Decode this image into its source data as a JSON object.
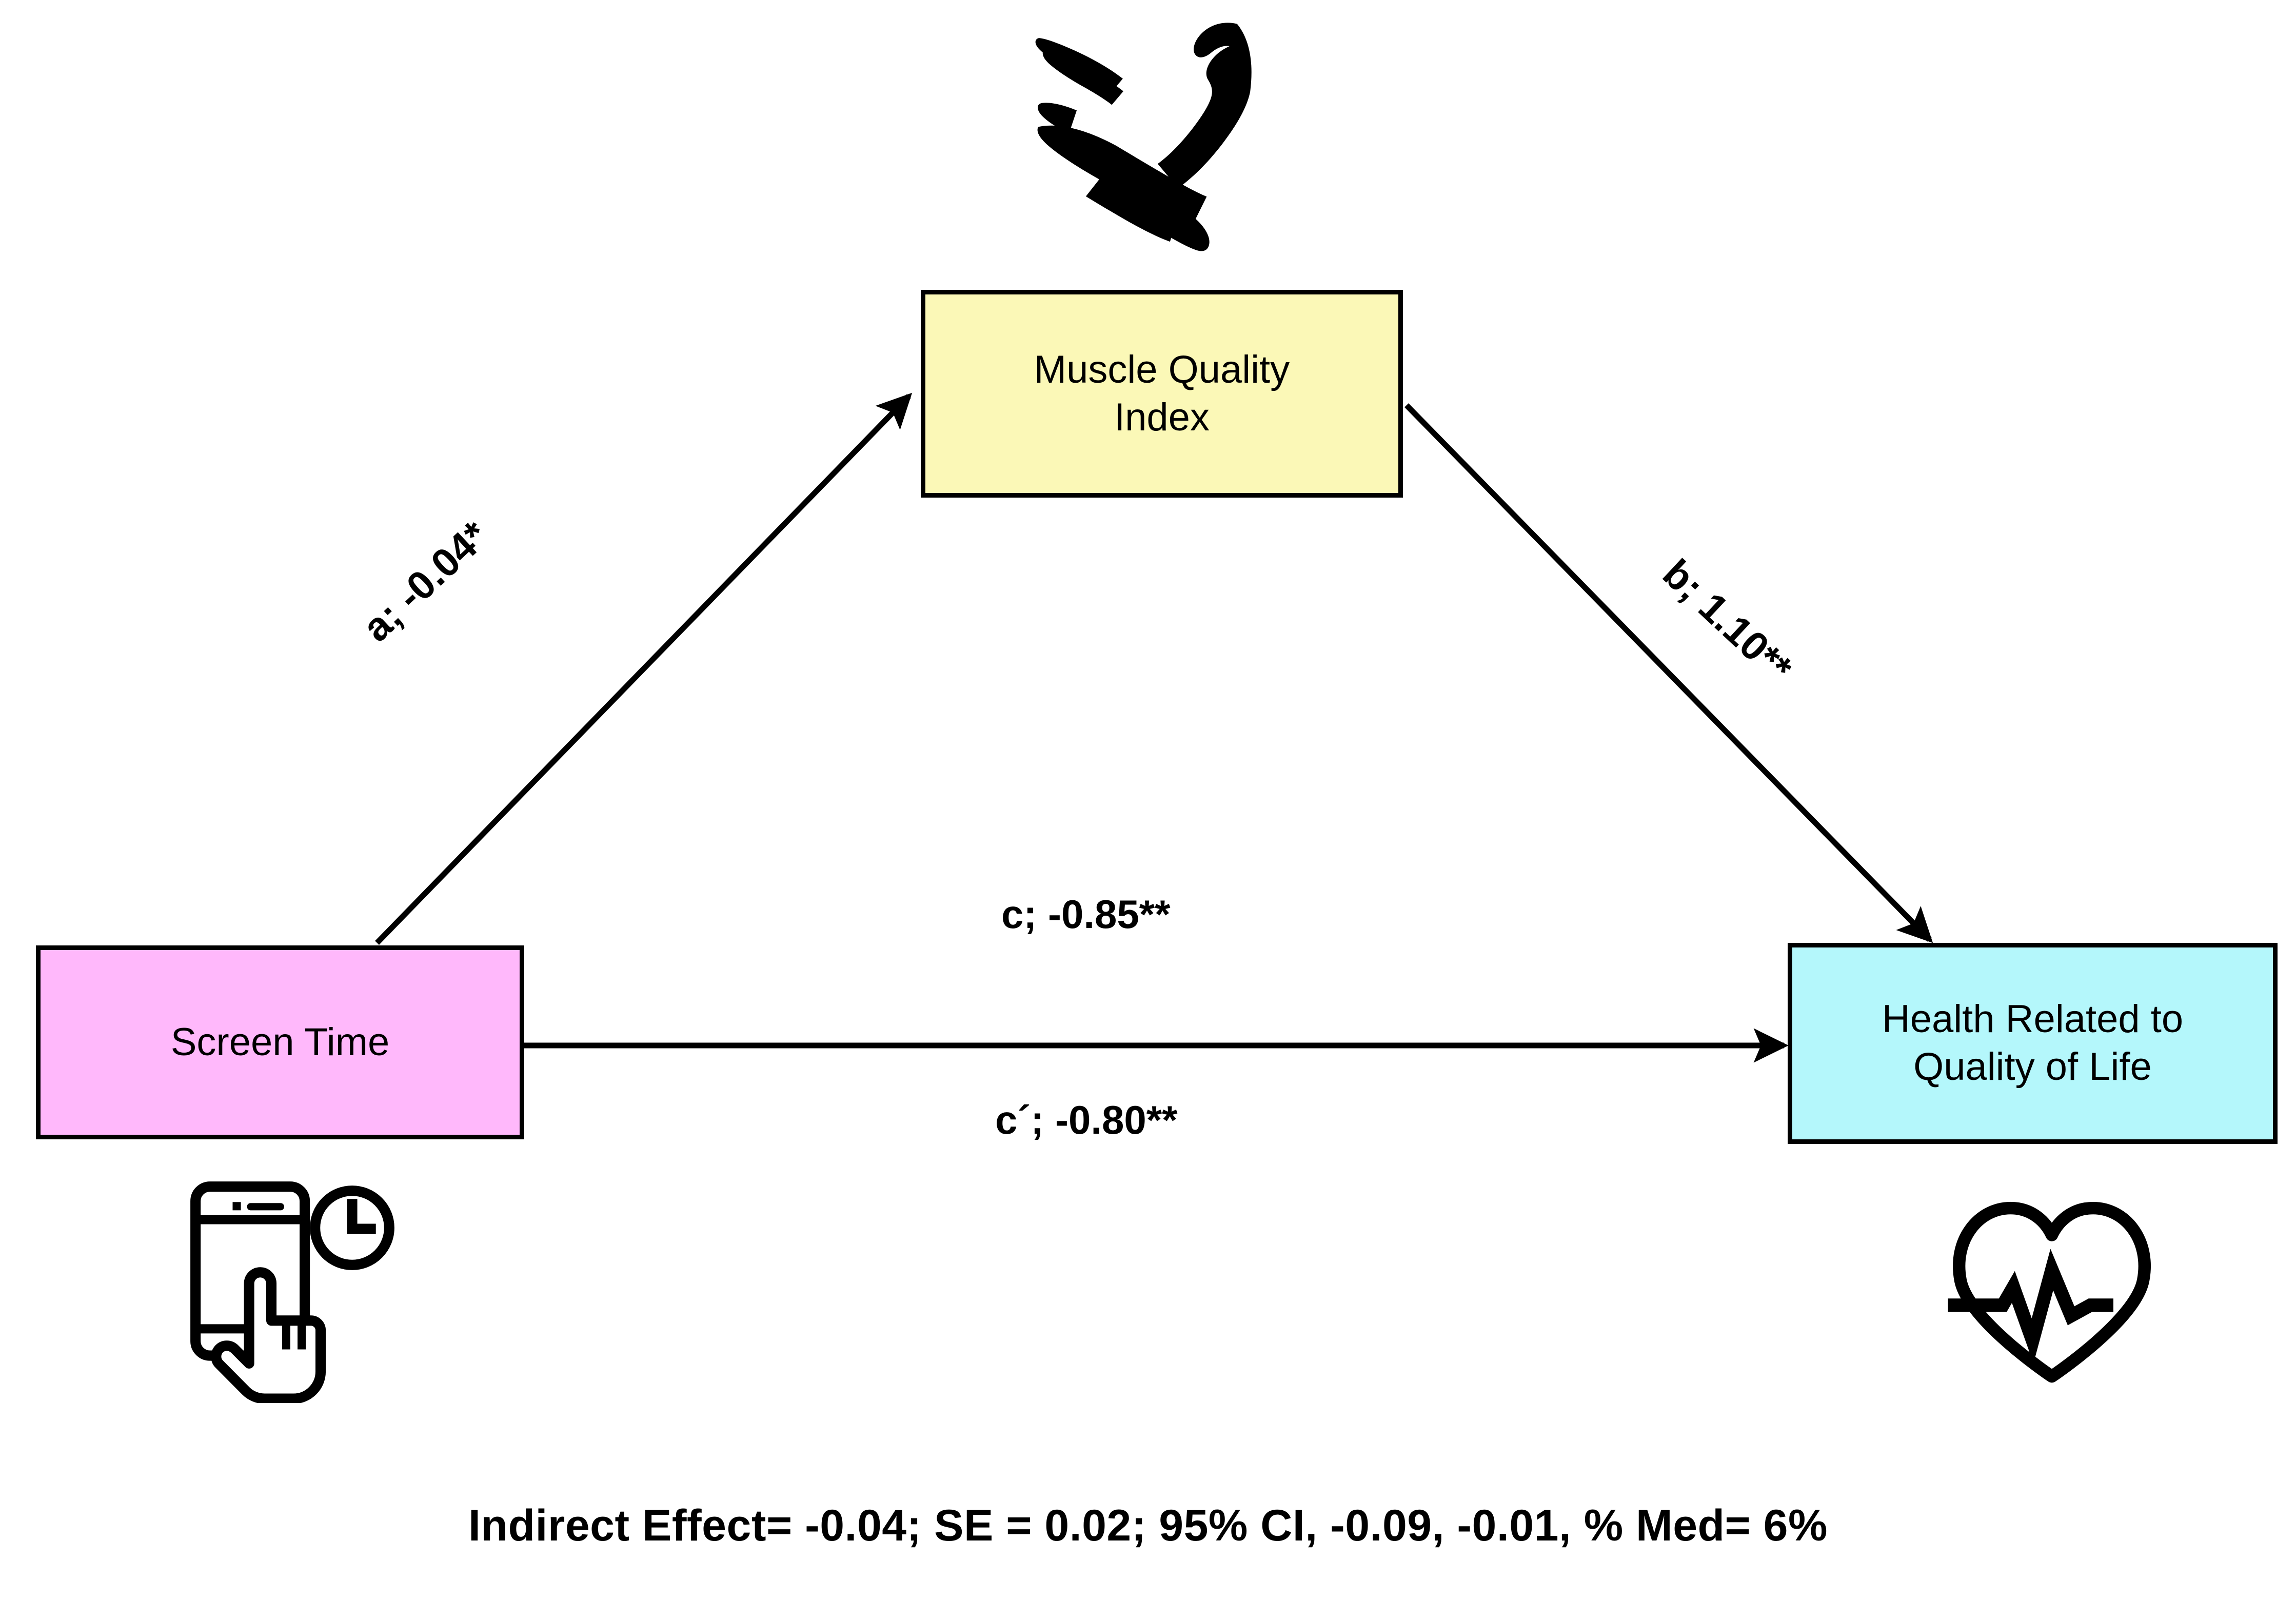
{
  "diagram": {
    "type": "mediation-model",
    "title": "Mediation model: Screen Time -> Muscle Quality Index -> Health Related to Quality of Life",
    "nodes": [
      {
        "id": "predictor",
        "label": "Screen Time",
        "color": "#ffb8fb",
        "icon": "smartphone-clock-icon"
      },
      {
        "id": "mediator",
        "label_line1": "Muscle Quality",
        "label_line2": "Index",
        "label": "Muscle Quality Index",
        "color": "#fbf8b7",
        "icon": "flexed-bicep-icon"
      },
      {
        "id": "outcome",
        "label_line1": "Health Related to",
        "label_line2": "Quality of Life",
        "label": "Health Related to Quality of Life",
        "color": "#b4f7fb",
        "icon": "heart-pulse-icon"
      }
    ],
    "paths": [
      {
        "id": "a",
        "label": "a; -0.04*",
        "coefficient": -0.04,
        "significance": "*",
        "from": "predictor",
        "to": "mediator"
      },
      {
        "id": "b",
        "label": "b; 1.10**",
        "coefficient": 1.1,
        "significance": "**",
        "from": "mediator",
        "to": "outcome"
      },
      {
        "id": "c",
        "label": "c; -0.85**",
        "coefficient": -0.85,
        "significance": "**",
        "from": "predictor",
        "to": "outcome"
      },
      {
        "id": "c-prime",
        "label": "c´; -0.80**",
        "coefficient": -0.8,
        "significance": "**",
        "from": "predictor",
        "to": "outcome"
      }
    ],
    "caption": "Indirect Effect= -0.04; SE = 0.02; 95% CI, -0.09, -0.01, % Med= 6%",
    "indirect_effect": {
      "estimate": -0.04,
      "se": 0.02,
      "ci_level": "95%",
      "ci_lower": -0.09,
      "ci_upper": -0.01,
      "percent_mediated": "6%"
    },
    "colors": {
      "predictor_fill": "#ffb8fb",
      "mediator_fill": "#fbf8b7",
      "outcome_fill": "#b4f7fb",
      "stroke": "#000000",
      "background": "#ffffff"
    }
  }
}
